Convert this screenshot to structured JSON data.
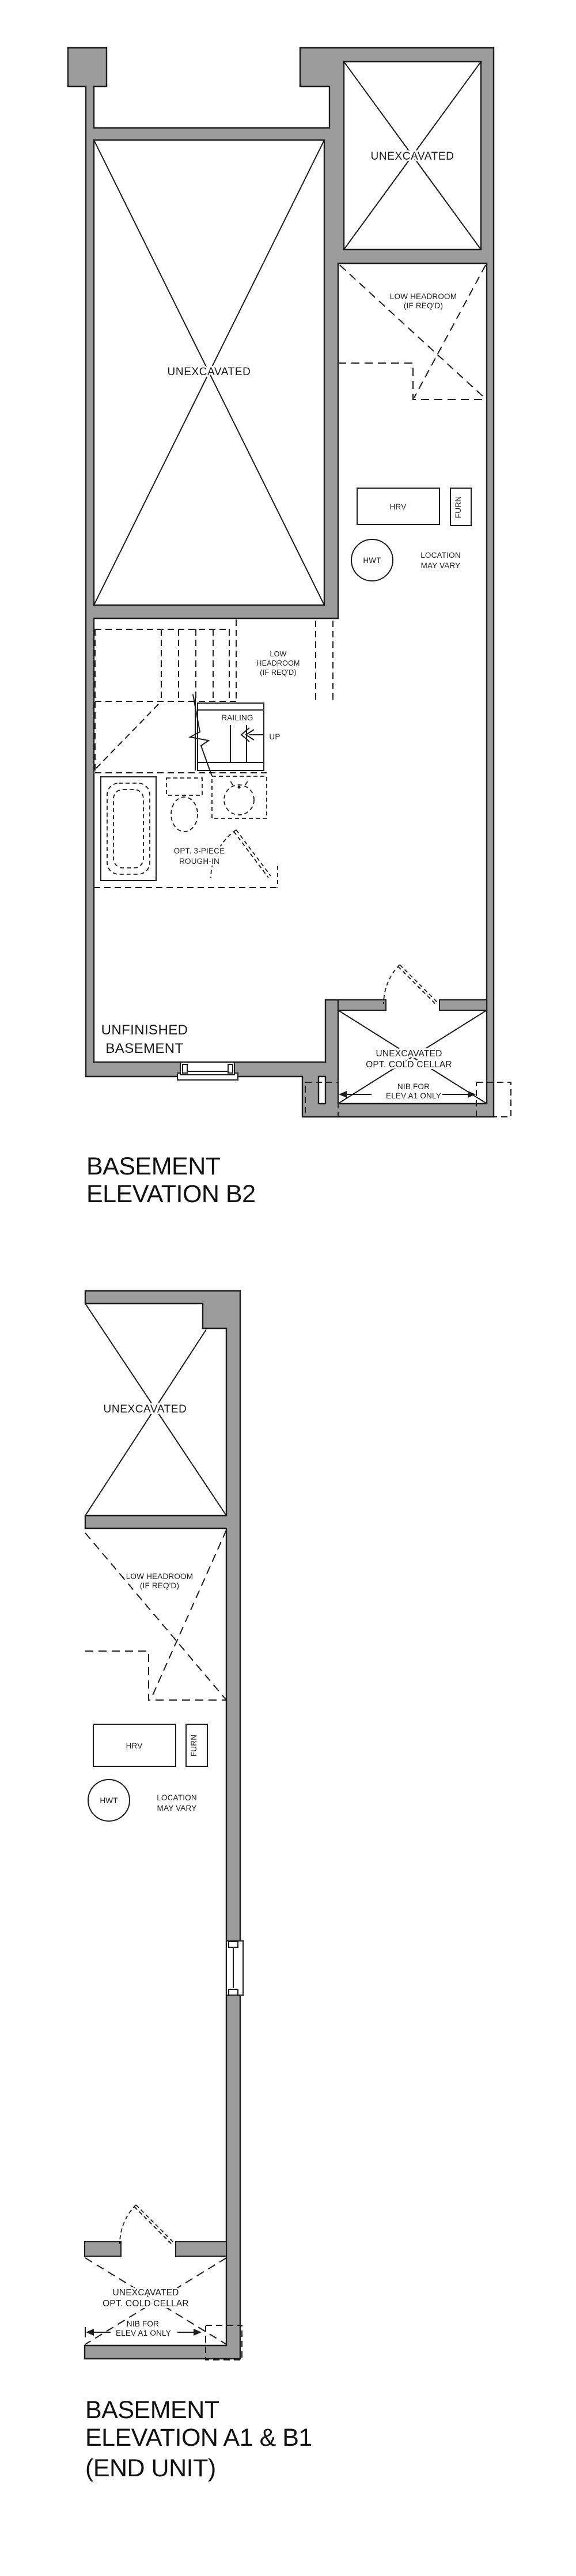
{
  "colors": {
    "background": "#ffffff",
    "wall_fill": "#9c9c9c",
    "wall_outline": "#1d1d1d",
    "line": "#1d1d1d",
    "text": "#1a1a1a"
  },
  "b2": {
    "title": {
      "line1": "BASEMENT",
      "line2": "ELEVATION B2"
    },
    "labels": {
      "garage_unexcavated": "UNEXCAVATED",
      "main_unexcavated": "UNEXCAVATED",
      "low_headroom_line1": "LOW HEADROOM",
      "low_headroom_line2": "(IF REQ'D)",
      "hrv": "HRV",
      "furn": "FURN",
      "hwt": "HWT",
      "location_line1": "LOCATION",
      "location_line2": "MAY VARY",
      "stairs_low_line1": "LOW",
      "stairs_low_line2": "HEADROOM",
      "stairs_low_line3": "(IF REQ'D)",
      "railing": "RAILING",
      "up": "UP",
      "roughin_line1": "OPT. 3-PIECE",
      "roughin_line2": "ROUGH-IN",
      "unfinished_line1": "UNFINISHED",
      "unfinished_line2": "BASEMENT",
      "cold_cellar_line1": "UNEXCAVATED",
      "cold_cellar_line2": "OPT. COLD CELLAR",
      "nib_line1": "NIB FOR",
      "nib_line2": "ELEV A1 ONLY"
    }
  },
  "a1b1": {
    "title": {
      "line1": "BASEMENT",
      "line2": "ELEVATION A1 & B1",
      "line3": "(END UNIT)"
    },
    "labels": {
      "main_unexcavated": "UNEXCAVATED",
      "low_headroom_line1": "LOW HEADROOM",
      "low_headroom_line2": "(IF REQ'D)",
      "hrv": "HRV",
      "furn": "FURN",
      "hwt": "HWT",
      "location_line1": "LOCATION",
      "location_line2": "MAY VARY",
      "cold_cellar_line1": "UNEXCAVATED",
      "cold_cellar_line2": "OPT. COLD CELLAR",
      "nib_line1": "NIB FOR",
      "nib_line2": "ELEV A1 ONLY"
    }
  }
}
